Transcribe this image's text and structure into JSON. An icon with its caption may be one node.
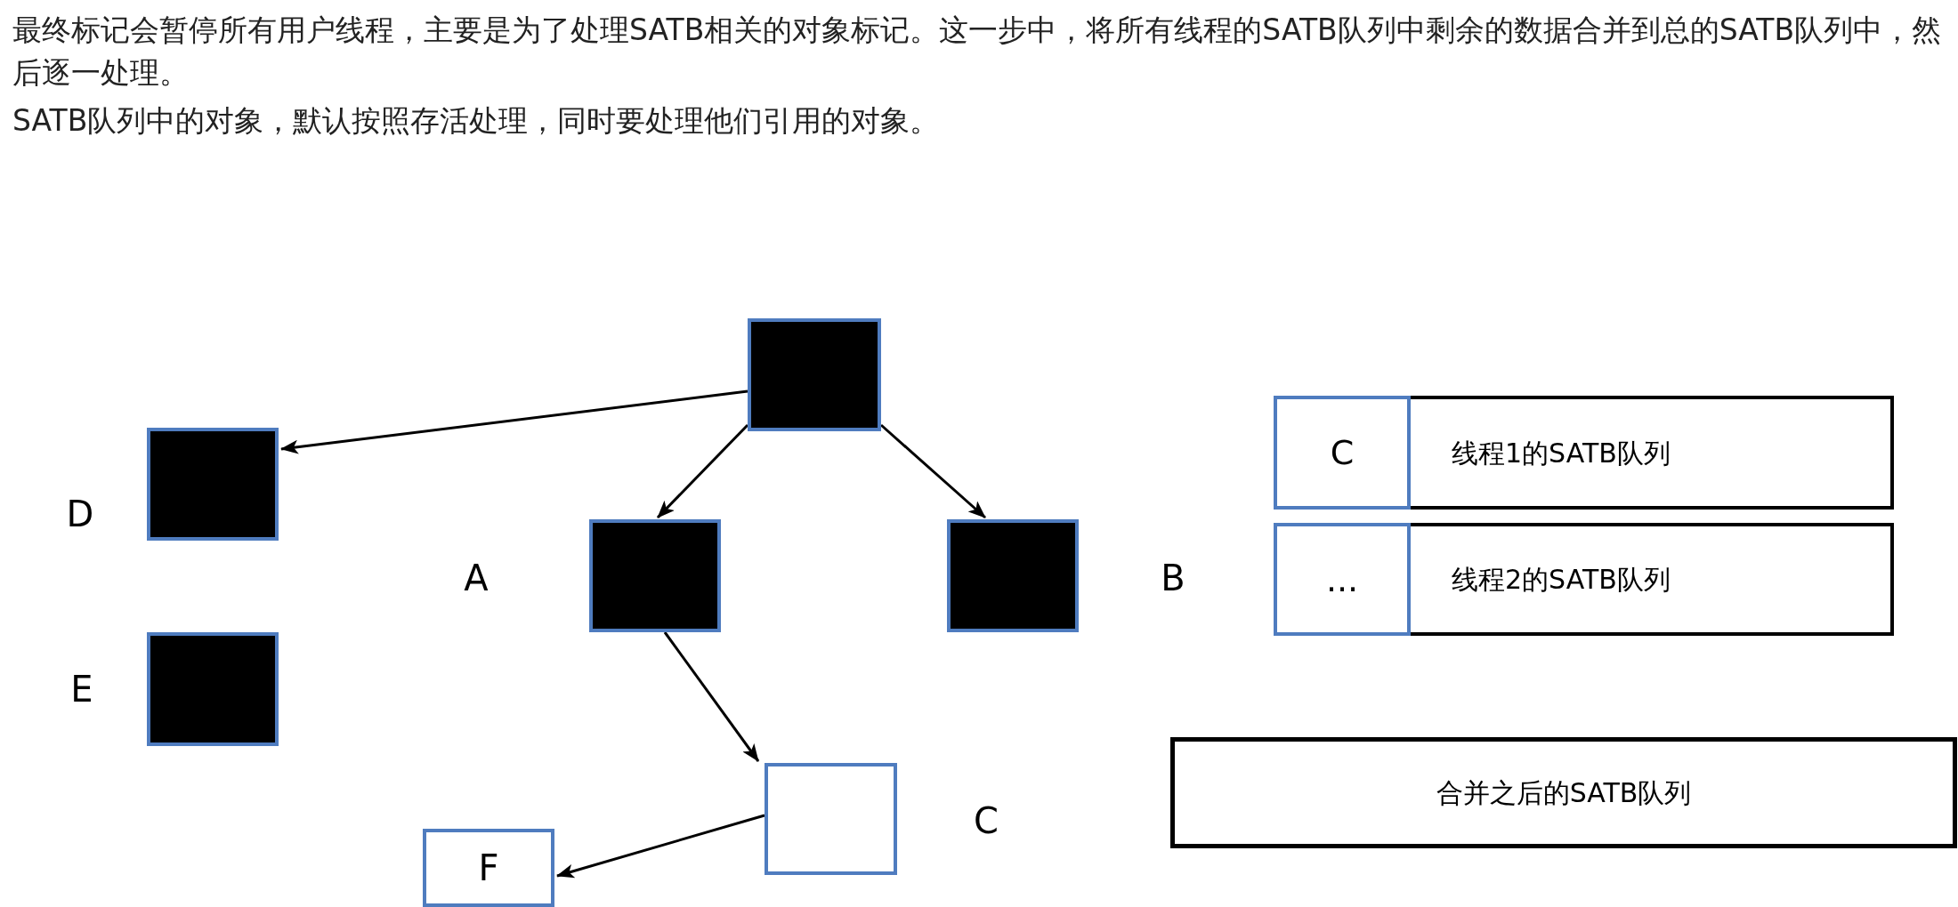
{
  "diagram": {
    "nodes": [
      {
        "text": [],
        "shape": "box"
      },
      {
        "text": [],
        "shape": "box",
        "beside": [
          "D"
        ]
      },
      {
        "text": [],
        "shape": "box",
        "beside": [
          "E"
        ]
      },
      {
        "text": [],
        "shape": "box",
        "beside": [
          "A"
        ]
      },
      {
        "text": [],
        "shape": "box",
        "beside": [
          "B"
        ]
      },
      {
        "text": [],
        "shape": "box",
        "beside": [
          "C"
        ]
      },
      {
        "text": [
          "F"
        ]
      },
      {
        "text": [
          "线程1的SATB队列"
        ]
      },
      {
        "text": [
          "C"
        ],
        "in": 7
      },
      {
        "text": [
          "线程2的SATB队列"
        ]
      },
      {
        "text": [
          "..."
        ],
        "in": 9
      },
      {
        "text": [
          "合并之后的SATB队列"
        ]
      }
    ],
    "edges": [
      {
        "from": 0,
        "to": 1,
        "arrow": "to"
      },
      {
        "from": 0,
        "to": 3,
        "arrow": "to"
      },
      {
        "from": 0,
        "to": 4,
        "arrow": "to"
      },
      {
        "from": 3,
        "to": 5,
        "arrow": "to"
      },
      {
        "from": 5,
        "to": 6,
        "arrow": "to"
      }
    ],
    "labels": [
      "最终标记会暂停所有用户线程，主要是为了处理SATB相关的对象标记。这一步中，将所有线程的SATB队列中剩余的数据合并到总的SATB队列中，然后逐一处理。",
      "SATB队列中的对象，默认按照存活处理，同时要处理他们引用的对象。"
    ]
  }
}
